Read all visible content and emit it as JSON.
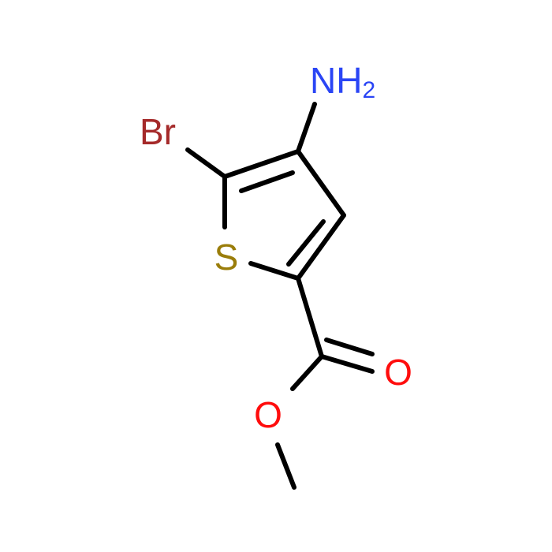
{
  "molecule": {
    "atoms": {
      "br": {
        "text": "Br",
        "color": "#a52a2a"
      },
      "s": {
        "text": "S",
        "color": "#9a7d0a"
      },
      "n": {
        "text": "NH",
        "sub": "2",
        "color": "#2a45f5"
      },
      "o_carbonyl": {
        "text": "O",
        "color": "#ff0d0d"
      },
      "o_ester": {
        "text": "O",
        "color": "#ff0d0d"
      }
    },
    "bond_color": "#000000"
  }
}
